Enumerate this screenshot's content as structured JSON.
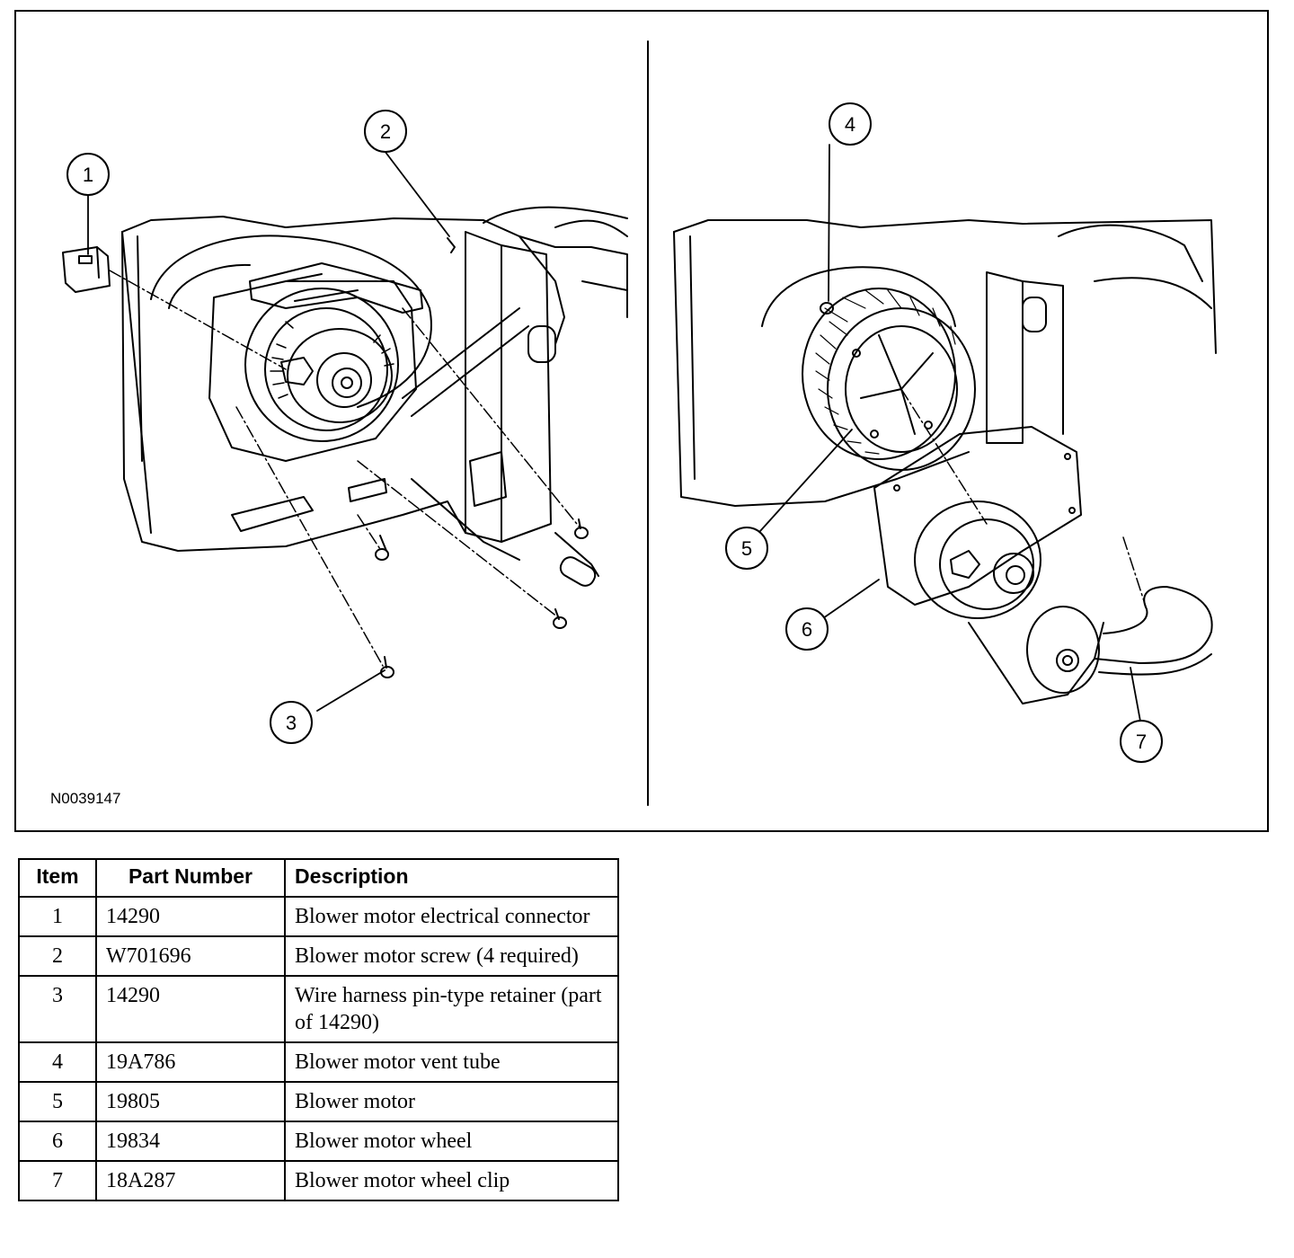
{
  "figure": {
    "id_label": "N0039147",
    "callouts": [
      "1",
      "2",
      "3",
      "4",
      "5",
      "6",
      "7"
    ]
  },
  "table": {
    "headers": {
      "item": "Item",
      "part_number": "Part Number",
      "description": "Description"
    },
    "rows": [
      {
        "item": "1",
        "part_number": "14290",
        "description": "Blower motor electrical connector"
      },
      {
        "item": "2",
        "part_number": "W701696",
        "description": "Blower motor screw (4 required)"
      },
      {
        "item": "3",
        "part_number": "14290",
        "description": "Wire harness pin-type retainer (part of 14290)"
      },
      {
        "item": "4",
        "part_number": "19A786",
        "description": "Blower motor vent tube"
      },
      {
        "item": "5",
        "part_number": "19805",
        "description": "Blower motor"
      },
      {
        "item": "6",
        "part_number": "19834",
        "description": "Blower motor wheel"
      },
      {
        "item": "7",
        "part_number": "18A287",
        "description": "Blower motor wheel clip"
      }
    ]
  }
}
